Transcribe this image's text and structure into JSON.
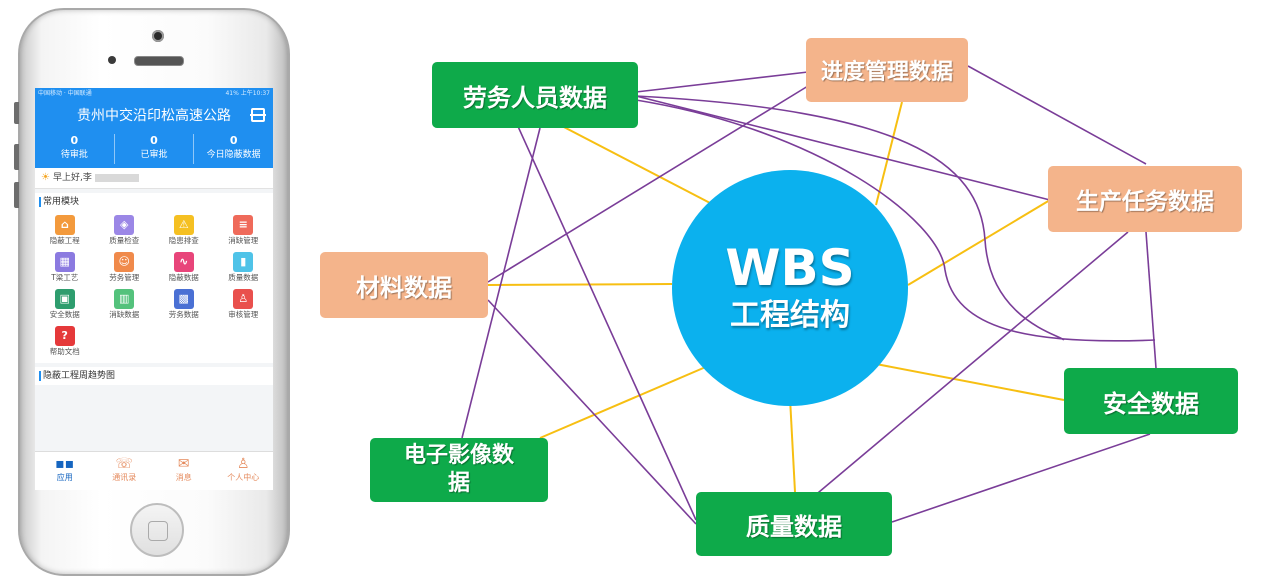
{
  "phone": {
    "status_left": "中国移动 · 中国联通",
    "status_right": "41% 上午10:37",
    "title": "贵州中交沿印松高速公路",
    "stats": [
      {
        "value": "0",
        "label": "待审批"
      },
      {
        "value": "0",
        "label": "已审批"
      },
      {
        "value": "0",
        "label": "今日隐蔽数据"
      }
    ],
    "greeting": "早上好,李",
    "modules_title": "常用模块",
    "modules": [
      {
        "label": "隐蔽工程",
        "icon": "crane-icon",
        "color": "#f39a3c",
        "glyph": "⌂"
      },
      {
        "label": "质量检查",
        "icon": "shield-icon",
        "color": "#9b87e6",
        "glyph": "◈"
      },
      {
        "label": "隐患排查",
        "icon": "warning-icon",
        "color": "#f5c022",
        "glyph": "⚠"
      },
      {
        "label": "消缺管理",
        "icon": "document-icon",
        "color": "#ef6a5a",
        "glyph": "≡"
      },
      {
        "label": "T梁工艺",
        "icon": "beam-icon",
        "color": "#8b7ae0",
        "glyph": "▦"
      },
      {
        "label": "劳务管理",
        "icon": "worker-icon",
        "color": "#f08a4b",
        "glyph": "☺"
      },
      {
        "label": "隐蔽数据",
        "icon": "line-chart-icon",
        "color": "#e8457a",
        "glyph": "∿"
      },
      {
        "label": "质量数据",
        "icon": "bar-chart-icon",
        "color": "#4fc3e8",
        "glyph": "▮"
      },
      {
        "label": "安全数据",
        "icon": "board-icon",
        "color": "#2e9d6e",
        "glyph": "▣"
      },
      {
        "label": "消缺数据",
        "icon": "bars-icon",
        "color": "#54c27c",
        "glyph": "▥"
      },
      {
        "label": "劳务数据",
        "icon": "grid-icon",
        "color": "#4a70d4",
        "glyph": "▩"
      },
      {
        "label": "审核管理",
        "icon": "stamp-icon",
        "color": "#e9504d",
        "glyph": "♙"
      },
      {
        "label": "帮助文档",
        "icon": "help-icon",
        "color": "#e5393a",
        "glyph": "?"
      }
    ],
    "trend_title": "隐蔽工程周趋势图",
    "tabs": [
      {
        "label": "应用",
        "icon": "apps-icon",
        "glyph": "▪▪"
      },
      {
        "label": "通讯录",
        "icon": "contacts-icon",
        "glyph": "☏"
      },
      {
        "label": "消息",
        "icon": "mail-icon",
        "glyph": "✉"
      },
      {
        "label": "个人中心",
        "icon": "person-icon",
        "glyph": "♙"
      }
    ]
  },
  "diagram": {
    "center_line1": "WBS",
    "center_line2": "工程结构",
    "nodes": {
      "labor": "劳务人员数据",
      "progress": "进度管理数据",
      "production": "生产任务数据",
      "material": "材料数据",
      "safety": "安全数据",
      "image_line1": "电子影像数",
      "image_line2": "据",
      "quality": "质量数据"
    },
    "colors": {
      "green": "#0eaa4a",
      "peach": "#f4b48b",
      "center": "#0bb1ee",
      "spoke": "#f7bf12",
      "link": "#7a3d98"
    }
  }
}
